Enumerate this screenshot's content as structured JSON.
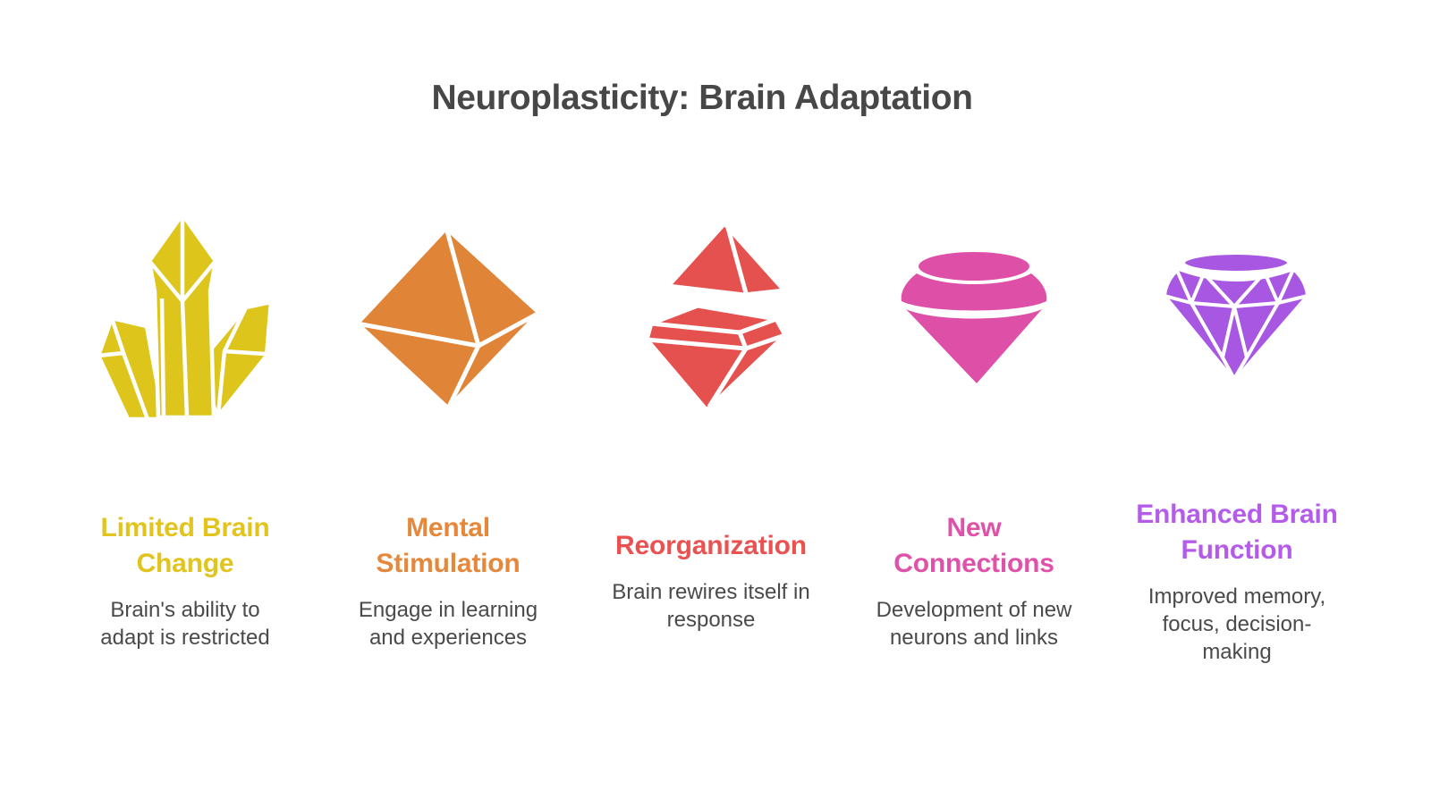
{
  "title": "Neuroplasticity: Brain Adaptation",
  "colors": {
    "background": "#ffffff",
    "title_text": "#474747",
    "description_text": "#4a4a4a",
    "facet_lines": "#ffffff"
  },
  "items": [
    {
      "icon": "crystal-cluster-icon",
      "color": "#ddc51c",
      "heading_color": "#e2c41f",
      "heading": "Limited Brain Change",
      "description": "Brain's ability to adapt is restricted"
    },
    {
      "icon": "octahedron-gem-icon",
      "color": "#e08437",
      "heading_color": "#e5883b",
      "heading": "Mental Stimulation",
      "description": "Engage in learning and experiences"
    },
    {
      "icon": "split-gem-icon",
      "color": "#e5514e",
      "heading_color": "#ea5252",
      "heading": "Reorganization",
      "description": "Brain rewires itself in response"
    },
    {
      "icon": "cone-gem-icon",
      "color": "#de50a7",
      "heading_color": "#e052aa",
      "heading": "New Connections",
      "description": "Development of new neurons and links"
    },
    {
      "icon": "brilliant-diamond-icon",
      "color": "#a757e2",
      "heading_color": "#b45ce9",
      "heading": "Enhanced Brain Function",
      "description": "Improved memory, focus, decision-making"
    }
  ]
}
